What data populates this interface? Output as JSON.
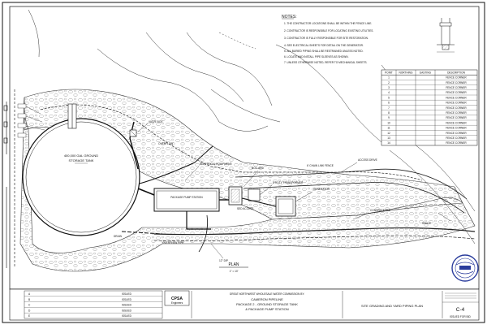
{
  "notes": {
    "title": "NOTES:",
    "items": [
      "1. THE CONTRACTOR LOCATIONS SHALL BE WITHIN THE FENCE LINE.",
      "2. CONTRACTOR IS RESPONSIBLE FOR LOCATING EXISTING UTILITIES.",
      "3. CONTRACTOR IS FULLY RESPONSIBLE FOR SITE RESTORATION.",
      "4. SEE ELECTRICAL SHEETS FOR DETAIL ON THE GENERATOR.",
      "5. ALL BURIED PIPING SHALL BE RESTRAINED UNLESS NOTED.",
      "6. LOCATE AND INSTALL PIPE SLEEVES AS SHOWN.",
      "7. UNLESS OTHERWISE NOTED, REFER TO MECHANICAL SHEETS."
    ]
  },
  "coord_table": {
    "headers": [
      "POINT",
      "NORTHING",
      "EASTING",
      "DESCRIPTION"
    ],
    "rows": [
      [
        "1",
        "",
        "",
        "FENCE CORNER"
      ],
      [
        "2",
        "",
        "",
        "FENCE CORNER"
      ],
      [
        "3",
        "",
        "",
        "FENCE CORNER"
      ],
      [
        "4",
        "",
        "",
        "FENCE CORNER"
      ],
      [
        "5",
        "",
        "",
        "FENCE CORNER"
      ],
      [
        "6",
        "",
        "",
        "FENCE CORNER"
      ],
      [
        "7",
        "",
        "",
        "FENCE CORNER"
      ],
      [
        "8",
        "",
        "",
        "FENCE CORNER"
      ],
      [
        "9",
        "",
        "",
        "FENCE CORNER"
      ],
      [
        "10",
        "",
        "",
        "FENCE CORNER"
      ],
      [
        "11",
        "",
        "",
        "FENCE CORNER"
      ],
      [
        "12",
        "",
        "",
        "FENCE CORNER"
      ],
      [
        "13",
        "",
        "",
        "FENCE CORNER"
      ],
      [
        "14",
        "",
        "",
        "FENCE CORNER"
      ]
    ]
  },
  "tank": {
    "label_line1": "400,000 GAL GROUND",
    "label_line2": "STORAGE TANK"
  },
  "pump_station": {
    "label": "PACKAGE PUMP STATION"
  },
  "callouts": {
    "valve_box": "VALVE BOX",
    "electrical_equipment": "ELECTRICAL EQUIPMENT",
    "bollard": "BOLLARD",
    "utility_transformer": "UTILITY TRANSFORMER",
    "generator": "GENERATOR",
    "sed_access": "SED ACCESS",
    "chain_link_fence": "6' CHAIN LINK FENCE",
    "access_drive": "ACCESS DRIVE",
    "concrete_pad": "CONCRETE PAD",
    "overflow": "OVERFLOW",
    "drain": "DRAIN",
    "overflow_pipe": "OVERFLOW PIPE",
    "yard_pipe": "12\" DIP",
    "swale": "SWALE",
    "existing_grade": "EXISTING GRADE"
  },
  "plan_label": {
    "title": "PLAN",
    "scale": "1\" = 10'"
  },
  "title_block": {
    "commission": "GREAT NORTHWEST WHOLESALE WATER COMMISSION BY:",
    "project_line1": "CAMERON PIPELINE",
    "project_line2": "PACKAGE 2 - GROUND STORAGE TANK",
    "project_line3": "& PACKAGE PUMP STATION",
    "sheet_title": "SITE GRADING AND YARD PIPING PLAN",
    "sheet_number": "C-4",
    "issued": "ISSUED FOR BID",
    "firm": "CPSA",
    "firm_sub": "Engineers"
  },
  "revision_rows": [
    [
      "A",
      "",
      "ISSUED"
    ],
    [
      "B",
      "",
      "ISSUED"
    ],
    [
      "C",
      "",
      "ISSUED"
    ],
    [
      "D",
      "",
      "ISSUED"
    ],
    [
      "E",
      "",
      "ISSUED"
    ]
  ]
}
